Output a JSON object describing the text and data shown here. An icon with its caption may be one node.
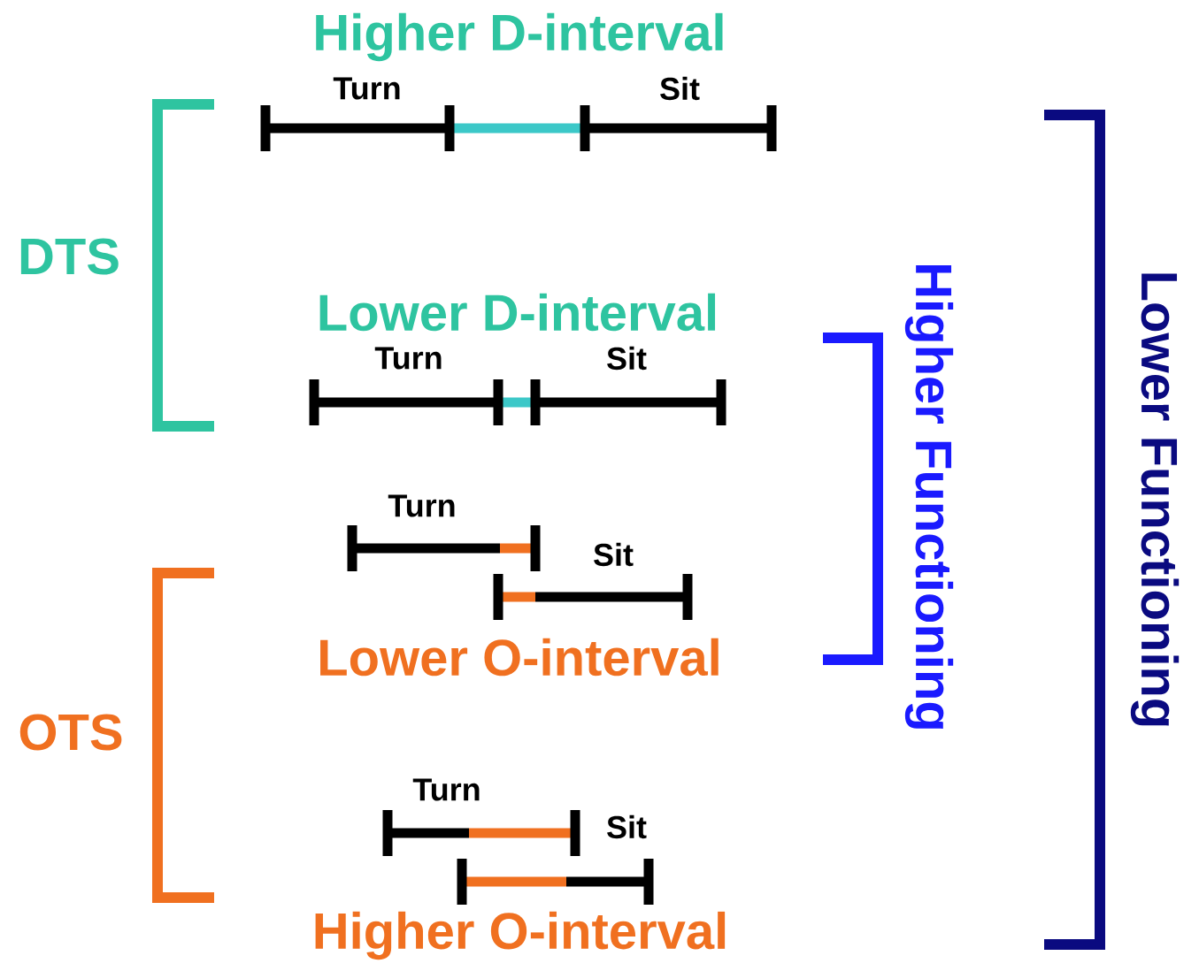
{
  "diagram": {
    "labels": [
      "Higher D-interval",
      "Turn",
      "Sit",
      "DTS",
      "Lower D-interval",
      "Turn",
      "Sit",
      "Turn",
      "Sit",
      "Lower O-interval",
      "OTS",
      "Turn",
      "Sit",
      "Higher O-interval",
      "Higher Functioning",
      "Lower Functioning"
    ]
  }
}
